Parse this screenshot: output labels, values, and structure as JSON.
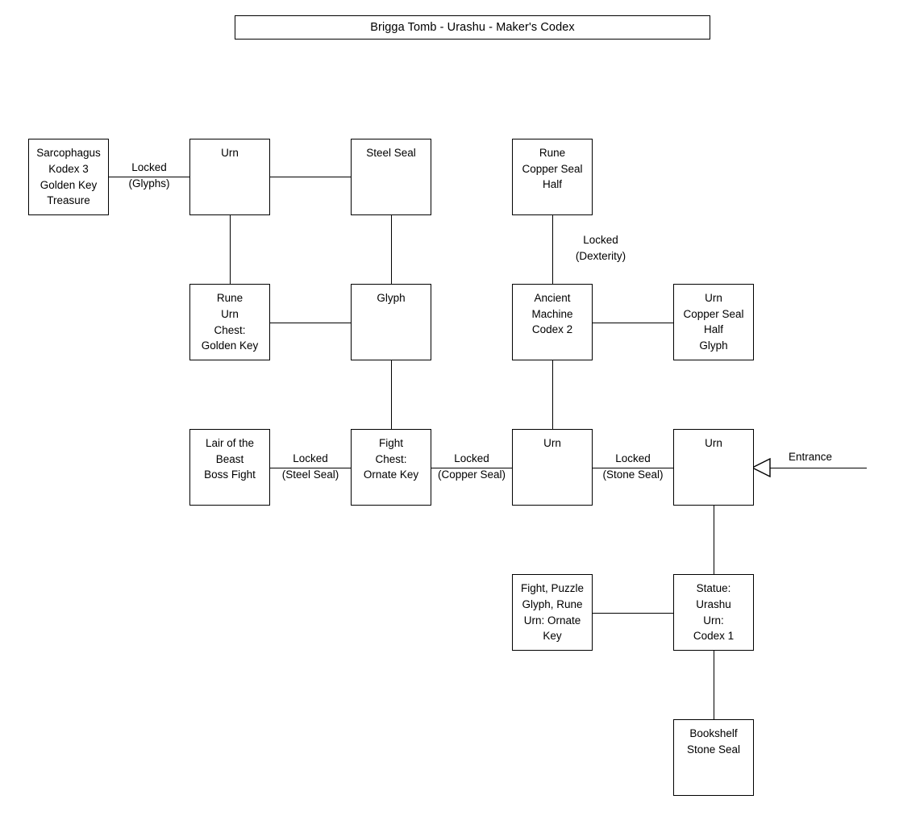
{
  "document": {
    "title": "Brigga Tomb - Urashu - Maker's Codex"
  },
  "diagram": {
    "type": "flowchart",
    "nodes": [
      {
        "id": "sarcophagus",
        "label": "Sarcophagus\nKodex 3\nGolden Key\nTreasure"
      },
      {
        "id": "urn-top-left",
        "label": "Urn"
      },
      {
        "id": "steel-seal",
        "label": "Steel Seal"
      },
      {
        "id": "rune-copper-half",
        "label": "Rune\nCopper Seal\nHalf"
      },
      {
        "id": "rune-urn-chest",
        "label": "Rune\nUrn\nChest:\nGolden Key"
      },
      {
        "id": "glyph",
        "label": "Glyph"
      },
      {
        "id": "ancient-machine",
        "label": "Ancient\nMachine\nCodex 2"
      },
      {
        "id": "urn-copper-half",
        "label": "Urn\nCopper Seal\nHalf\nGlyph"
      },
      {
        "id": "lair-of-beast",
        "label": "Lair of the\nBeast\nBoss Fight"
      },
      {
        "id": "fight-chest",
        "label": "Fight\nChest:\nOrnate Key"
      },
      {
        "id": "urn-mid-bottom",
        "label": "Urn"
      },
      {
        "id": "urn-entrance",
        "label": "Urn"
      },
      {
        "id": "fight-puzzle",
        "label": "Fight, Puzzle\nGlyph, Rune\nUrn: Ornate\nKey"
      },
      {
        "id": "statue-urashu",
        "label": "Statue:\nUrashu\nUrn:\nCodex 1"
      },
      {
        "id": "bookshelf",
        "label": "Bookshelf\nStone Seal"
      }
    ],
    "edge_labels": [
      {
        "id": "locked-glyphs",
        "label": "Locked\n(Glyphs)"
      },
      {
        "id": "locked-dexterity",
        "label": "Locked\n(Dexterity)"
      },
      {
        "id": "locked-steel-seal",
        "label": "Locked\n(Steel Seal)"
      },
      {
        "id": "locked-copper-seal",
        "label": "Locked\n(Copper Seal)"
      },
      {
        "id": "locked-stone-seal",
        "label": "Locked\n(Stone Seal)"
      },
      {
        "id": "entrance",
        "label": "Entrance"
      }
    ]
  }
}
